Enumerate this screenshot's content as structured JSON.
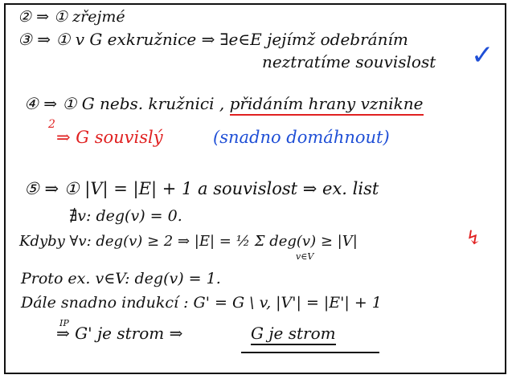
{
  "notes": {
    "line1": "② ⇒ ① zřejmé",
    "line3a": "③ ⇒ ① v G exkružnice ⇒ ∃e∈E jejímž odebráním",
    "line3b": "neztratíme souvislost",
    "check": "✓",
    "line4a_start": "④ ⇒ ① G nebs. kružnici ,",
    "line4a_under": "přidáním hrany vznikne",
    "line4b_mark": "2",
    "line4b_red": "⇒ G souvislý",
    "line4b_blue": "(snadno domáhnout)",
    "line5a": "⑤ ⇒ ① |V| = |E| + 1 a souvislost ⇒ ex. list",
    "line5b": "∄v: deg(v) = 0.",
    "line5c": "Kdyby ∀v: deg(v) ≥ 2 ⇒ |E| = ½ Σ deg(v) ≥ |V|",
    "line5c_sub": "v∈V",
    "line5c_red": "↯",
    "line5d": "Proto ex. v∈V: deg(v) = 1.",
    "line5e": "Dále snadno indukcí : G' = G \\ v, |V'| = |E'| + 1",
    "line5f_ip": "IP",
    "line5f_a": "⇒ G' je strom ⇒",
    "line5f_b": "G je strom"
  }
}
